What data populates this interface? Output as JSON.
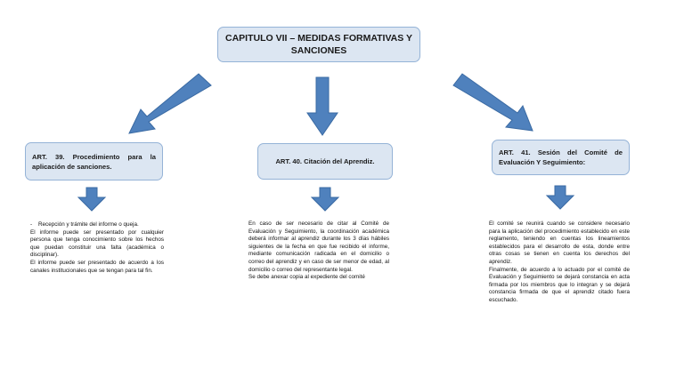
{
  "title": "CAPITULO VII – MEDIDAS FORMATIVAS Y SANCIONES",
  "colors": {
    "box_fill": "#dce6f2",
    "box_border": "#95b3d7",
    "arrow_fill": "#4f81bd",
    "arrow_stroke": "#3a6aa3"
  },
  "sections": [
    {
      "heading": "ART. 39. Procedimiento para la aplicación de sanciones.",
      "bullet": "Recepción y trámite del informe o queja.",
      "paragraphs": [
        "El informe puede ser presentado por cualquier persona que tenga conocimiento sobre los hechos que puedan constituir una falta (académica o disciplinar).",
        "El informe puede ser presentado de acuerdo a los canales institucionales que se tengan para tal fin."
      ]
    },
    {
      "heading": "ART. 40. Citación del Aprendiz.",
      "paragraphs": [
        "En caso de ser necesario de citar al Comité de Evaluación y Seguimiento, la coordinación académica deberá informar al aprendiz durante los 3 días hábiles siguientes de la fecha en que fue recibido el informe, mediante comunicación radicada en el domicilio o correo del aprendiz y en caso de ser menor de edad, al domicilio o correo del representante legal.",
        "Se debe anexar copia al expediente del comité"
      ]
    },
    {
      "heading": "ART. 41. Sesión del Comité de Evaluación Y Seguimiento:",
      "paragraphs": [
        "El comité se reunirá cuando se considere necesario para la aplicación del procedimiento establecido en este reglamento, teniendo en cuentas los lineamientos establecidos para el desarrollo de esta, donde entre otras cosas se tienen en cuenta los derechos del aprendiz.",
        "Finalmente, de acuerdo a lo actuado por el comité de Evaluación y Seguimiento se dejará constancia en acta firmada por los miembros que lo integran y se dejará constancia firmada de que el aprendiz citado fuera escuchado."
      ]
    }
  ]
}
